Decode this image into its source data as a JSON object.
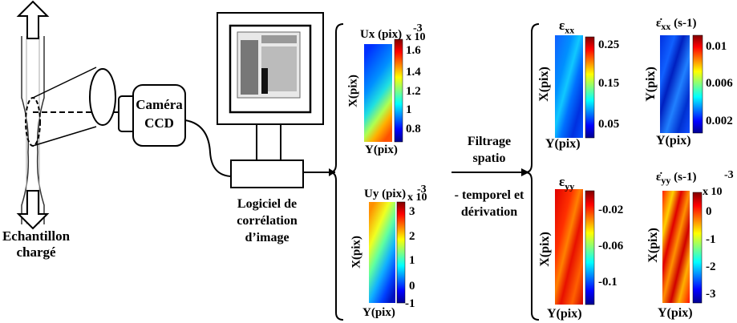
{
  "specimen": {
    "label_line1": "Echantillon",
    "label_line2": "chargé"
  },
  "camera": {
    "line1": "Caméra",
    "line2": "CCD"
  },
  "software": {
    "line1": "Logiciel de",
    "line2": "corrélation",
    "line3": "d’image"
  },
  "process": {
    "line1": "Filtrage",
    "line2": "spatio",
    "line3": "- temporel et",
    "line4": "dérivation"
  },
  "palette": {
    "jet": [
      "#00008f",
      "#0000ff",
      "#0080ff",
      "#00ffff",
      "#80ff80",
      "#ffff00",
      "#ff8000",
      "#ff0000",
      "#800000"
    ]
  },
  "maps": {
    "ux": {
      "title": "Ux",
      "unit": "(pix)",
      "exponent": "-3",
      "multiplier": "x 10",
      "xlabel": "Y(pix)",
      "ylabel": "X(pix)",
      "ticks": [
        "1.6",
        "1.4",
        "1.2",
        "1",
        "0.8"
      ]
    },
    "uy": {
      "title": "Uy",
      "unit": "(pix)",
      "exponent": "-3",
      "multiplier": "x 10",
      "xlabel": "Y(pix)",
      "ylabel": "X(pix)",
      "ticks": [
        "3",
        "2",
        "1",
        "0",
        "-1"
      ]
    },
    "exx": {
      "symbol": "ε",
      "subscript": "xx",
      "xlabel": "Y(pix)",
      "ylabel": "X(pix)",
      "ticks": [
        "0.25",
        "0.15",
        "0.05"
      ]
    },
    "eyy": {
      "symbol": "ε",
      "subscript": "yy",
      "xlabel": "Y(pix)",
      "ylabel": "X(pix)",
      "ticks": [
        "-0.02",
        "-0.06",
        "-0.1"
      ]
    },
    "rxx": {
      "symbol": "ε̇",
      "subscript": "xx",
      "unit": "(s-1)",
      "xlabel": "Y(pix)",
      "ylabel": "Y(pix)",
      "ticks": [
        "0.01",
        "0.006",
        "0.002"
      ]
    },
    "ryy": {
      "symbol": "ε̇",
      "subscript": "yy",
      "unit": "(s-1)",
      "exponent": "-3",
      "multiplier": "x 10",
      "xlabel": "Y(pix)",
      "ylabel": "X(pix)",
      "ticks": [
        "0",
        "-1",
        "-2",
        "-3"
      ]
    }
  }
}
